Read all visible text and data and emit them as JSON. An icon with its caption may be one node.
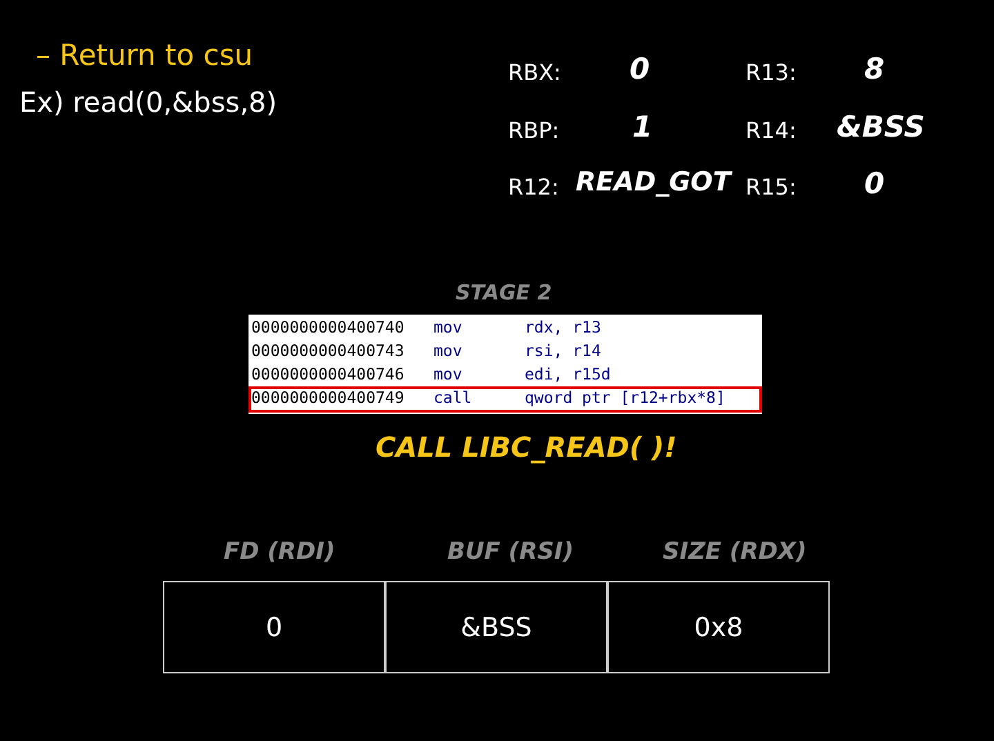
{
  "diagram": {
    "title": "– Return to csu",
    "labels": [
      "Ex) read(0,&bss,8)",
      "RBX:",
      "0",
      "R13:",
      "8",
      "RBP:",
      "1",
      "R14:",
      "&BSS",
      "R12:",
      "READ_GOT",
      "R15:",
      "0",
      "STAGE 2",
      "0000000000400740",
      "mov",
      "rdx, r13",
      "0000000000400743",
      "mov",
      "rsi, r14",
      "0000000000400746",
      "mov",
      "edi, r15d",
      "0000000000400749",
      "call",
      "qword ptr [r12+rbx*8]",
      "CALL LIBC_READ( )!",
      "FD (RDI)",
      "BUF (RSI)",
      "SIZE (RDX)",
      "0",
      "&BSS",
      "0x8"
    ]
  }
}
